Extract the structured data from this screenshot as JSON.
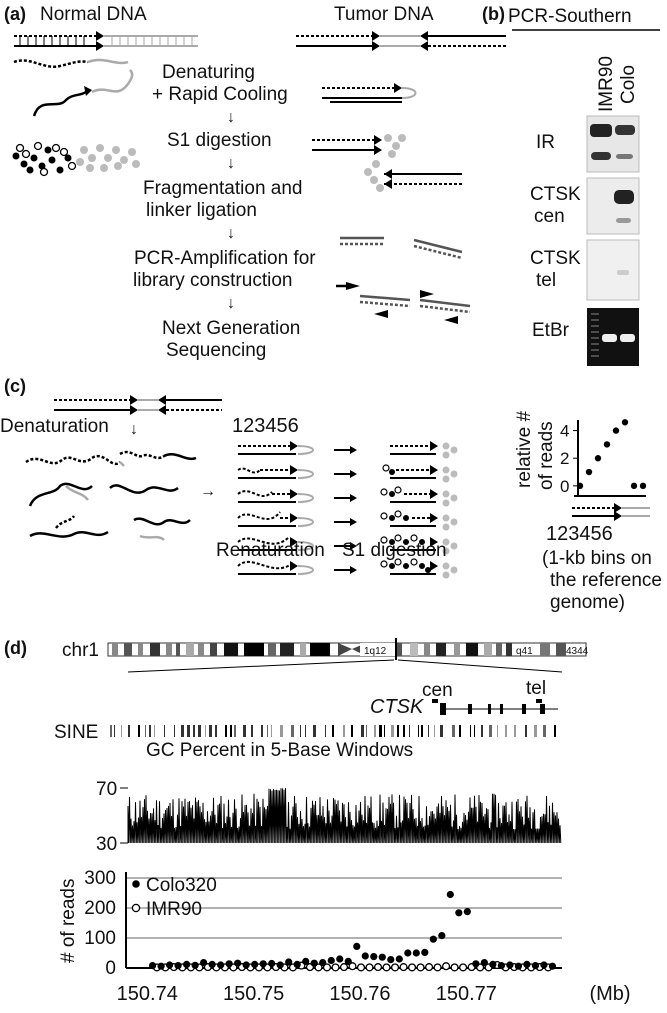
{
  "panel_a": {
    "tag": "(a)",
    "normal_label": "Normal DNA",
    "tumor_label": "Tumor DNA",
    "step1a": "Denaturing",
    "step1b": "+ Rapid Cooling",
    "step2": "S1 digestion",
    "step3a": "Fragmentation and",
    "step3b": "linker ligation",
    "step4a": "PCR-Amplification for",
    "step4b": "library construction",
    "step5a": "Next Generation",
    "step5b": "Sequencing"
  },
  "panel_b": {
    "tag": "(b)",
    "title": "PCR-Southern",
    "lane1": "IMR90",
    "lane2": "Colo",
    "blots": [
      "IR",
      "CTSK cen",
      "CTSK tel",
      "EtBr"
    ]
  },
  "panel_c": {
    "tag": "(c)",
    "denaturation": "Denaturation",
    "numbers": "123456",
    "renaturation": "Renaturation",
    "s1": "S1 digestion",
    "ylabel1": "relative #",
    "ylabel2": "of reads",
    "xticks": "123456",
    "note1": "(1-kb bins on",
    "note2": "the reference",
    "note3": "genome)"
  },
  "panel_d": {
    "tag": "(d)",
    "chrom": "chr1",
    "band1": "1q12",
    "band2": "q41",
    "band3": "4344",
    "cen": "cen",
    "tel": "tel",
    "gene": "CTSK",
    "sine": "SINE",
    "gc_title": "GC Percent in 5-Base Windows",
    "gc70": "70",
    "gc30": "30"
  },
  "chart_data": [
    {
      "type": "scatter",
      "title": "",
      "xlabel": "",
      "ylabel": "relative # of reads",
      "x": [
        1,
        2,
        3,
        4,
        5,
        6,
        7,
        8
      ],
      "y": [
        0,
        1,
        2,
        3,
        4,
        4.6,
        0,
        0
      ],
      "xticks": [
        "1",
        "2",
        "3",
        "4",
        "5",
        "6"
      ],
      "yticks": [
        0,
        2,
        4
      ],
      "ylim": [
        -0.3,
        5.2
      ]
    },
    {
      "type": "scatter",
      "xlabel": "(Mb)",
      "ylabel": "# of reads",
      "xlim": [
        150.738,
        150.779
      ],
      "ylim": [
        0,
        300
      ],
      "yticks": [
        0,
        100,
        200,
        300
      ],
      "xticks": [
        "150.74",
        "150.75",
        "150.76",
        "150.77"
      ],
      "x_unit": "(Mb)",
      "grid": true,
      "legend": "top-left",
      "series": [
        {
          "name": "Colo320",
          "marker": "filled",
          "x": [
            150.7405,
            150.7413,
            150.7421,
            150.7429,
            150.7437,
            150.7445,
            150.7453,
            150.7461,
            150.7469,
            150.7477,
            150.7485,
            150.7493,
            150.7501,
            150.7509,
            150.7517,
            150.7525,
            150.7533,
            150.7541,
            150.7549,
            150.7557,
            150.7565,
            150.7573,
            150.7581,
            150.7589,
            150.7597,
            150.7605,
            150.7613,
            150.7621,
            150.7629,
            150.7637,
            150.7645,
            150.7653,
            150.7661,
            150.7669,
            150.7677,
            150.7685,
            150.7693,
            150.7701,
            150.7709,
            150.7717,
            150.7725,
            150.7733,
            150.7741,
            150.7749,
            150.7757,
            150.7765,
            150.7773,
            150.7781
          ],
          "y": [
            8,
            6,
            10,
            8,
            12,
            9,
            18,
            12,
            10,
            14,
            16,
            10,
            12,
            14,
            15,
            10,
            20,
            12,
            22,
            16,
            18,
            25,
            30,
            22,
            72,
            40,
            38,
            36,
            28,
            30,
            50,
            50,
            52,
            96,
            108,
            245,
            184,
            188,
            14,
            18,
            12,
            8,
            10,
            6,
            12,
            8,
            10,
            6
          ]
        },
        {
          "name": "IMR90",
          "marker": "open",
          "x": [
            150.7409,
            150.7417,
            150.7425,
            150.7433,
            150.7441,
            150.7449,
            150.7457,
            150.7465,
            150.7473,
            150.7481,
            150.7489,
            150.7497,
            150.7505,
            150.7513,
            150.7521,
            150.7529,
            150.7537,
            150.7545,
            150.7553,
            150.7561,
            150.7569,
            150.7577,
            150.7585,
            150.7593,
            150.7601,
            150.7609,
            150.7617,
            150.7625,
            150.7633,
            150.7641,
            150.7649,
            150.7657,
            150.7665,
            150.7673,
            150.7681,
            150.7689,
            150.7697,
            150.7705,
            150.7713,
            150.7721,
            150.7729,
            150.7737,
            150.7745,
            150.7753,
            150.7761,
            150.7769,
            150.7777
          ],
          "y": [
            2,
            2,
            3,
            2,
            2,
            2,
            3,
            2,
            2,
            2,
            3,
            2,
            2,
            2,
            3,
            2,
            2,
            8,
            3,
            2,
            2,
            2,
            3,
            6,
            2,
            2,
            3,
            2,
            2,
            3,
            2,
            2,
            3,
            2,
            6,
            2,
            2,
            3,
            2,
            2,
            10,
            2,
            3,
            2,
            2,
            3,
            2
          ]
        }
      ]
    }
  ]
}
